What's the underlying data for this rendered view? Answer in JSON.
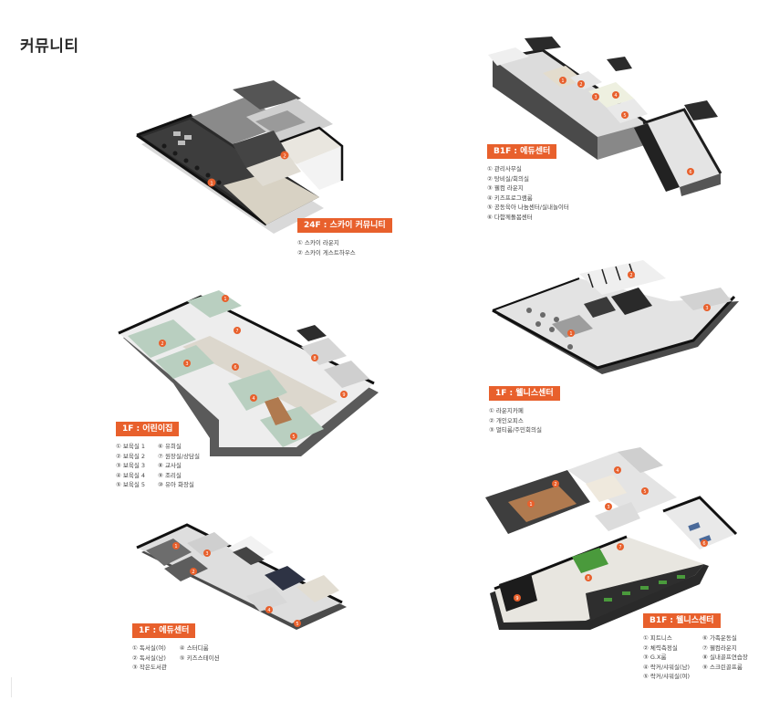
{
  "page": {
    "title": "커뮤니티"
  },
  "colors": {
    "accent": "#e8602c",
    "wall_dark": "#1e1e1e",
    "wall_side": "#3a3a3a",
    "floor_light": "#ececec",
    "floor_green": "#b9cfc0",
    "floor_wood": "#b07a4f",
    "turf": "#4a9a3c"
  },
  "plans": [
    {
      "id": "24f-sky",
      "tag": "24F : 스카이 커뮤니티",
      "markers": [
        "1",
        "2"
      ],
      "items": [
        "① 스카이 라운지",
        "② 스카이 게스트하우스"
      ]
    },
    {
      "id": "b1f-edu",
      "tag": "B1F : 에듀센터",
      "markers": [
        "1",
        "2",
        "3",
        "4",
        "5",
        "6"
      ],
      "items": [
        "① 관리사무실",
        "② 탕비실/회의실",
        "③ 웰컴 라운지",
        "④ 키즈프로그램룸",
        "⑤ 공동육아 나눔센터/실내놀이터",
        "⑥ 다함께돌봄센터"
      ]
    },
    {
      "id": "1f-daycare",
      "tag": "1F : 어린이집",
      "markers": [
        "1",
        "2",
        "3",
        "4",
        "5",
        "6",
        "7",
        "8",
        "9"
      ],
      "items": [
        "① 보육실 1",
        "② 보육실 2",
        "③ 보육실 3",
        "④ 보육실 4",
        "⑤ 보육실 5",
        "⑥ 유희실",
        "⑦ 원장실/상담실",
        "⑧ 교사실",
        "⑨ 조리실",
        "⑩ 유아 화장실"
      ]
    },
    {
      "id": "1f-wellness",
      "tag": "1F : 웰니스센터",
      "markers": [
        "1",
        "2",
        "3"
      ],
      "items": [
        "① 라운지카페",
        "② 개인오피스",
        "③ 멀티룸/주민회의실"
      ]
    },
    {
      "id": "1f-edu",
      "tag": "1F : 에듀센터",
      "markers": [
        "1",
        "2",
        "3",
        "4",
        "5"
      ],
      "items": [
        "① 독서실(여)",
        "② 독서실(남)",
        "③ 작은도서관",
        "④ 스터디룸",
        "⑤ 키즈스테이션"
      ]
    },
    {
      "id": "b1f-wellness",
      "tag": "B1F : 웰니스센터",
      "markers": [
        "1",
        "2",
        "3",
        "4",
        "5",
        "6",
        "7",
        "8",
        "9"
      ],
      "items": [
        "① 피트니스",
        "② 체력측정실",
        "③ G.X룸",
        "④ 락커/샤워실(남)",
        "⑤ 락커/샤워실(여)",
        "⑥ 가족운동실",
        "⑦ 웰컴라운지",
        "⑧ 실내골프연습장",
        "⑨ 스크린골프룸"
      ]
    }
  ]
}
